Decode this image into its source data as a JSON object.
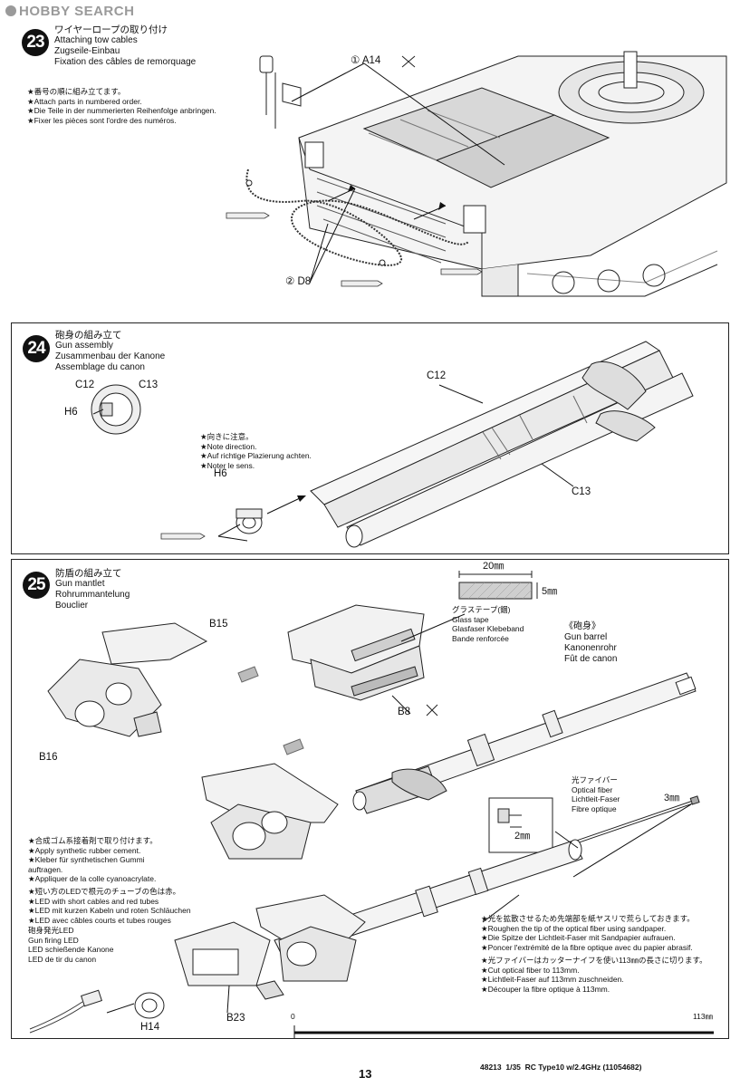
{
  "watermark": "HOBBY SEARCH",
  "steps": [
    {
      "number": "23",
      "title_jp": "ワイヤーロープの取り付け",
      "title_en": "Attaching tow cables",
      "title_de": "Zugseile-Einbau",
      "title_fr": "Fixation des câbles de remorquage",
      "note": [
        "★番号の順に組み立てます。",
        "★Attach parts in numbered order.",
        "★Die Teile in der nummerierten Reihenfolge anbringen.",
        "★Fixer les pièces sont l'ordre des numéros."
      ],
      "labels": {
        "a14": "① A14",
        "d8": "② D8"
      }
    },
    {
      "number": "24",
      "title_jp": "砲身の組み立て",
      "title_en": "Gun assembly",
      "title_de": "Zusammenbau der Kanone",
      "title_fr": "Assemblage du canon",
      "note": [
        "★向きに注意。",
        "★Note direction.",
        "★Auf richtige Plazierung achten.",
        "★Noter le sens."
      ],
      "labels": {
        "c12": "C12",
        "c13": "C13",
        "h6": "H6"
      }
    },
    {
      "number": "25",
      "title_jp": "防盾の組み立て",
      "title_en": "Gun mantlet",
      "title_de": "Rohrummantelung",
      "title_fr": "Bouclier",
      "labels": {
        "b15": "B15",
        "b16": "B16",
        "b8": "B8",
        "b23": "B23",
        "h14": "H14",
        "dim_20": "20㎜",
        "dim_5": "5㎜",
        "dim_3": "3㎜",
        "dim_2": "2㎜"
      },
      "glass_tape": [
        "グラステープ(錮)",
        "Glass tape",
        "Glasfaser Klebeband",
        "Bande renforcée"
      ],
      "gun_barrel": [
        "《砲身》",
        "Gun barrel",
        "Kanonenrohr",
        "Fût de canon"
      ],
      "optical_fiber": [
        "光ファイバー",
        "Optical fiber",
        "Lichtleit-Faser",
        "Fibre optique"
      ],
      "cement_note": [
        "★合成ゴム系接着剤で取り付けます。",
        "★Apply synthetic rubber cement.",
        "★Kleber   für   synthetischen   Gummi",
        "auftragen.",
        "★Appliquer de la colle cyanoacrylate."
      ],
      "led_note": [
        "★短い方のLEDで根元のチューブの色は赤。",
        "★LED with short cables and red tubes",
        "★LED mit kurzen Kabeln und roten Schläuchen",
        "★LED avec câbles courts et tubes rouges"
      ],
      "gun_led": [
        "砲身発光LED",
        "Gun firing LED",
        "LED schießende Kanone",
        "LED de tir du canon"
      ],
      "roughen_note": [
        "★光を拡散させるため先端部を紙ヤスリで荒らしておきます。",
        "★Roughen the tip of the optical fiber using sandpaper.",
        "★Die Spitze der Lichtleit-Faser mit Sandpapier aufrauen.",
        "★Poncer l'extrémité de la fibre optique avec du papier abrasif."
      ],
      "cut_note": [
        "★光ファイバーはカッターナイフを使い113㎜の長さに切ります。",
        "★Cut optical fiber to 113mm.",
        "★Lichtleit-Faser auf 113mm zuschneiden.",
        "★Découper la fibre optique à 113mm."
      ]
    }
  ],
  "scale": {
    "zero": "0",
    "length": "113㎜"
  },
  "footer": {
    "page": "13",
    "product": "48213  1/35  RC Type10 w/2.4GHz (11054682)"
  }
}
